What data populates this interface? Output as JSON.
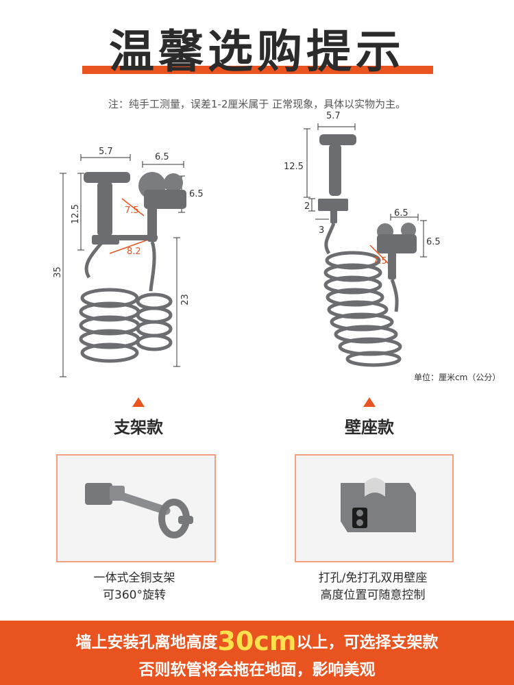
{
  "header": {
    "title": "温馨选购提示",
    "note": "注：纯手工测量，误差1-2厘米属于 正常现象，具体以实物为主。"
  },
  "left_diagram": {
    "width_head": "5.7",
    "width_valve": "6.5",
    "height_valve": "6.5",
    "height_head": "12.5",
    "total_height": "35",
    "hose_length": "23",
    "valve_depth": "7.5",
    "bracket_length": "8.2"
  },
  "right_diagram": {
    "width_head": "5.7",
    "height_head": "12.5",
    "seat_height": "2",
    "seat_depth": "3",
    "width_valve": "6.5",
    "height_valve": "6.5",
    "valve_depth": "7.5",
    "unit": "单位：厘米cm（公分）"
  },
  "variants": {
    "left_label": "支架款",
    "right_label": "壁座款",
    "left_caption_1": "一体式全铜支架",
    "left_caption_2": "可360°旋转",
    "right_caption_1": "打孔/免打孔双用壁座",
    "right_caption_2": "高度位置可随意控制"
  },
  "banner": {
    "line1_pre": "墙上安装孔离地高度",
    "line1_big": "30cm",
    "line1_post": "以上，可选择支架款",
    "line2": "否则软管将会拖在地面，影响美观"
  },
  "colors": {
    "accent": "#e8531f",
    "highlight": "#ffe14d",
    "metal": "#6b6d70"
  }
}
